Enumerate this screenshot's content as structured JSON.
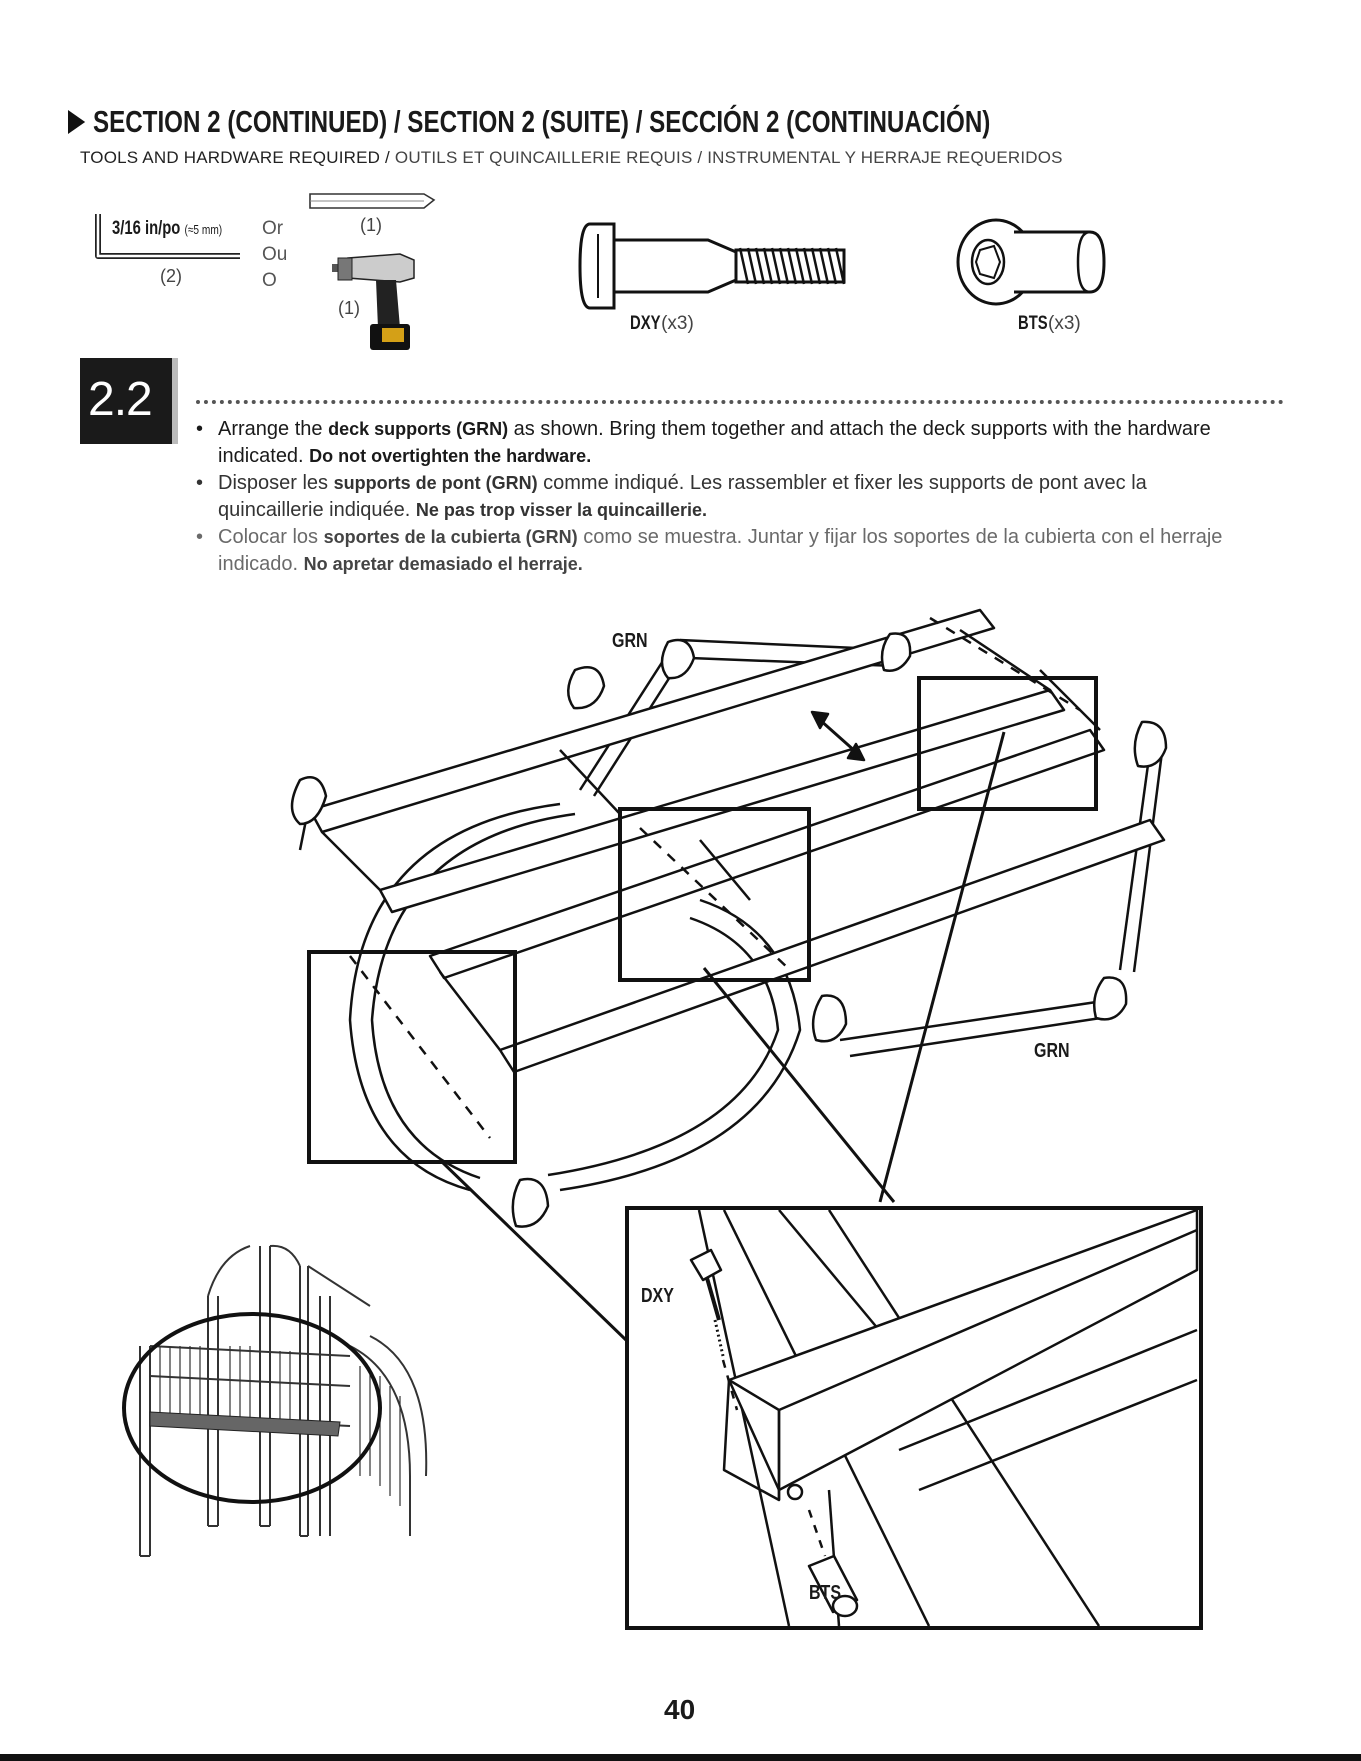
{
  "header": {
    "section_title": "SECTION 2 (CONTINUED) / SECTION 2 (SUITE) / SECCIÓN 2 (CONTINUACIÓN)",
    "tools_subtitle_en": "TOOLS AND HARDWARE REQUIRED / ",
    "tools_subtitle_rest": "OUTILS ET QUINCAILLERIE REQUIS / INSTRUMENTAL Y HERRAJE REQUERIDOS"
  },
  "tools": {
    "hex_key_size": "3/16 in/po",
    "hex_key_metric": "(≈5 mm)",
    "hex_key_qty": "(2)",
    "or_en": "Or",
    "or_fr": "Ou",
    "or_es": "O",
    "bit_qty": "(1)",
    "drill_qty": "(1)"
  },
  "hardware": [
    {
      "code": "DXY",
      "qty": "(x3)"
    },
    {
      "code": "BTS",
      "qty": "(x3)"
    }
  ],
  "step": {
    "number": "2.2",
    "instructions": {
      "en": {
        "t1": "Arrange the ",
        "b1": "deck supports (GRN)",
        "t2": " as shown. Bring them together and attach the deck supports with the hardware indicated. ",
        "b2": "Do not overtighten the hardware."
      },
      "fr": {
        "t1": "Disposer les ",
        "b1": "supports de pont (GRN)",
        "t2": " comme indiqué. Les rassembler et fixer les supports de pont avec la quincaillerie indiquée. ",
        "b2": "Ne pas trop visser la quincaillerie."
      },
      "es": {
        "t1": "Colocar los ",
        "b1": "soportes de la cubierta (GRN)",
        "t2": " como se muestra. Juntar y fijar los soportes de la cubierta con el herraje indicado. ",
        "b2": "No apretar demasiado el herraje."
      }
    }
  },
  "diagram_labels": {
    "grn_top": "GRN",
    "grn_right": "GRN",
    "dxy": "DXY",
    "bts": "BTS"
  },
  "page_number": "40"
}
